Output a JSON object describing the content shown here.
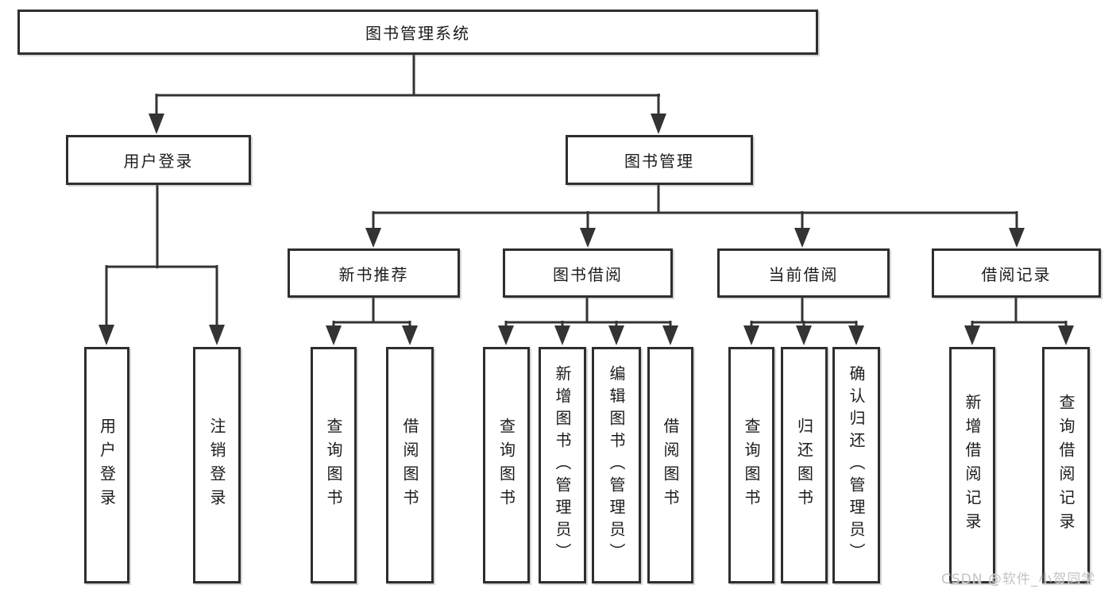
{
  "tree": {
    "root": "图书管理系统",
    "branches": [
      {
        "label": "用户登录",
        "leaves": [
          "用户登录",
          "注销登录"
        ]
      },
      {
        "label": "图书管理",
        "sections": [
          {
            "label": "新书推荐",
            "leaves": [
              "查询图书",
              "借阅图书"
            ]
          },
          {
            "label": "图书借阅",
            "leaves": [
              "查询图书",
              "新增图书（管理员）",
              "编辑图书（管理员）",
              "借阅图书"
            ]
          },
          {
            "label": "当前借阅",
            "leaves": [
              "查询图书",
              "归还图书",
              "确认归还（管理员）"
            ]
          },
          {
            "label": "借阅记录",
            "leaves": [
              "新增借阅记录",
              "查询借阅记录"
            ]
          }
        ]
      }
    ]
  },
  "watermark": "CSDN @软件_小贺同学",
  "colors": {
    "line": "#333333",
    "box_border": "#2e2e2e",
    "text": "#1c1c1c",
    "watermark": "#c3c3c3",
    "background": "#ffffff"
  }
}
